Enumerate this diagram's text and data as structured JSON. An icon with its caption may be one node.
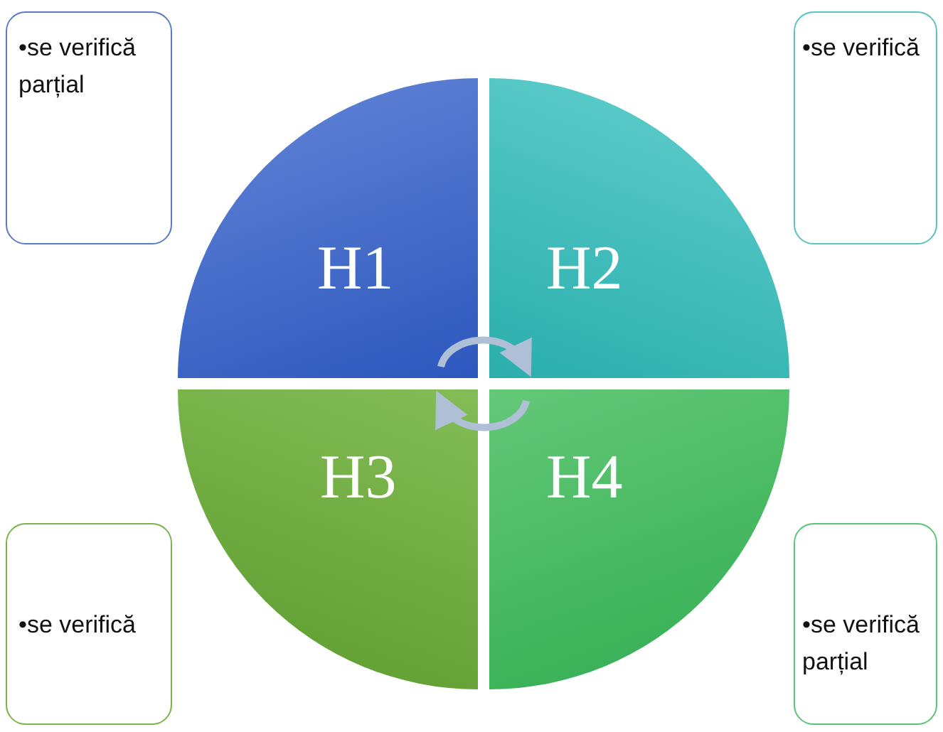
{
  "diagram": {
    "nodes": [
      {
        "text": [
          "•se verifică parțial"
        ]
      },
      {
        "text": [
          "•se verifică"
        ]
      },
      {
        "text": [
          "H1"
        ]
      },
      {
        "text": [
          "H2"
        ]
      },
      {
        "text": [
          "H3"
        ]
      },
      {
        "text": [
          "H4"
        ]
      },
      {
        "text": [
          "•se verifică"
        ]
      },
      {
        "text": [
          "•se verifică parțial"
        ]
      }
    ],
    "edges": [
      {
        "from": 2,
        "to": 3,
        "arrow": "to"
      },
      {
        "from": 5,
        "to": 4,
        "arrow": "to"
      }
    ]
  }
}
